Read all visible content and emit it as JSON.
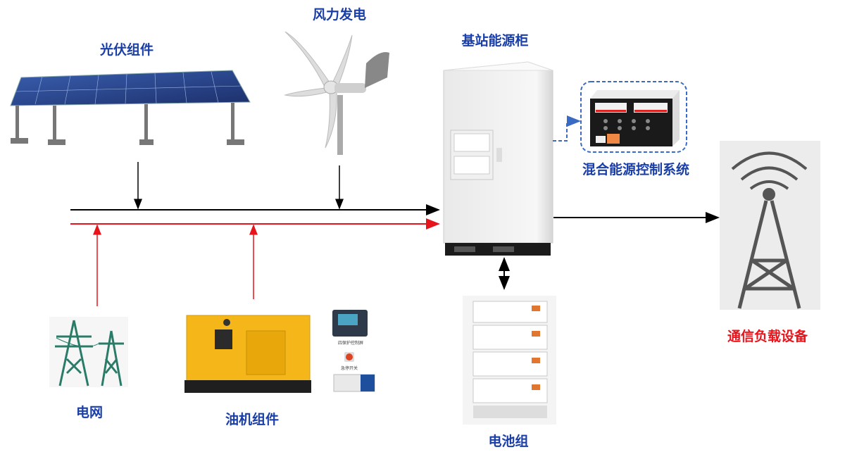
{
  "labels": {
    "pv": "光伏组件",
    "wind": "风力发电",
    "cabinet": "基站能源柜",
    "controller": "混合能源控制系统",
    "load": "通信负载设备",
    "grid": "电网",
    "genset": "油机组件",
    "battery": "电池组"
  },
  "genset_parts": {
    "controller_panel": "四保护控制屏",
    "estop": "急停开关"
  },
  "colors": {
    "label_blue": "#1a3ea8",
    "label_red": "#e8141b",
    "ac_line": "#e8141b",
    "dc_line": "#000000",
    "dashed_link": "#3a6bc4"
  }
}
